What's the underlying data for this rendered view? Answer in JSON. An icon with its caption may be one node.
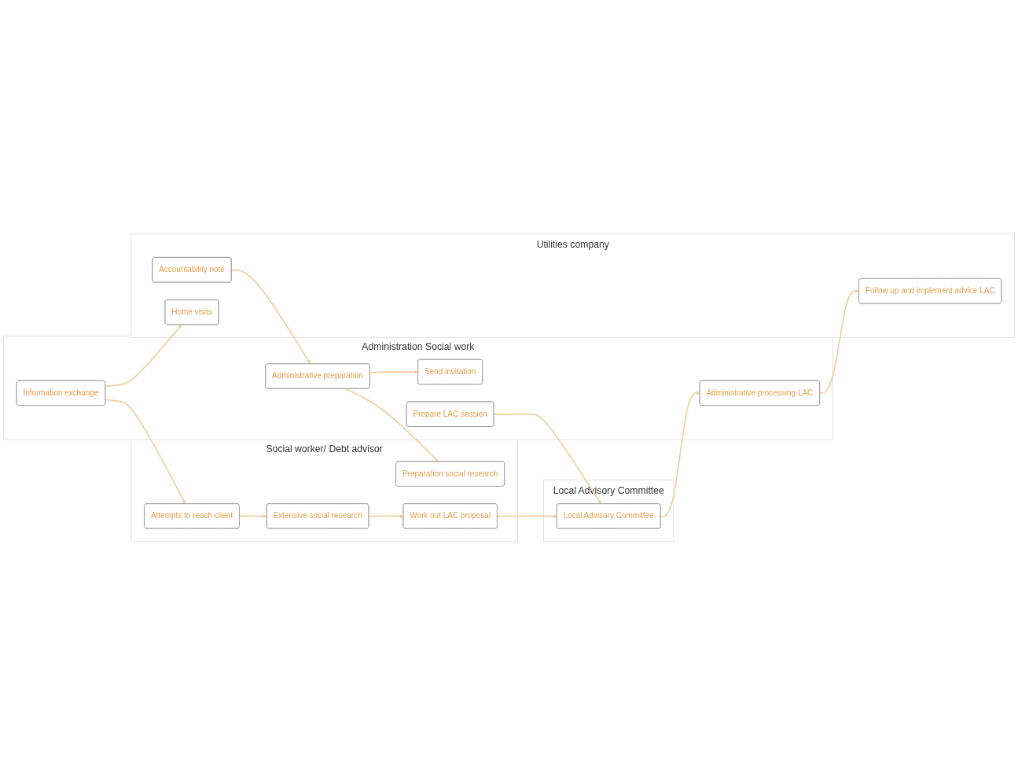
{
  "diagram": {
    "nodes": [
      {
        "text": [
          "Utilities company"
        ]
      },
      {
        "text": [
          "Administration Social work"
        ]
      },
      {
        "text": [
          "Social worker/ Debt advisor"
        ]
      },
      {
        "text": [
          "Local Advisory Committee"
        ]
      },
      {
        "text": [
          "Accountability note"
        ],
        "in": 0
      },
      {
        "text": [
          "Administrative preparation"
        ],
        "in": 1
      },
      {
        "text": [
          "Preparation social research"
        ],
        "in": 2
      },
      {
        "text": [
          "Send invitation"
        ],
        "in": 1
      },
      {
        "text": [
          "Home visits"
        ],
        "in": 0
      },
      {
        "text": [
          "Information exchange"
        ],
        "in": 1
      },
      {
        "text": [
          "Attempts to reach client"
        ],
        "in": 2
      },
      {
        "text": [
          "Extensive social research"
        ],
        "in": 2
      },
      {
        "text": [
          "Prepare LAC session"
        ],
        "in": 1
      },
      {
        "text": [
          "Work out LAC proposal"
        ],
        "in": 2
      },
      {
        "text": [
          "Local Advisory Committee"
        ],
        "in": 3
      },
      {
        "text": [
          "Administrative processing LAC"
        ],
        "in": 1
      },
      {
        "text": [
          "Follow up and implement advice LAC"
        ],
        "in": 0
      }
    ],
    "edges": [
      {
        "from": 4,
        "to": 5,
        "arrow": "to"
      },
      {
        "from": 5,
        "to": 6,
        "arrow": "to"
      },
      {
        "from": 5,
        "to": 7,
        "arrow": "to"
      },
      {
        "from": 9,
        "to": 8,
        "arrow": "to"
      },
      {
        "from": 9,
        "to": 10,
        "arrow": "to"
      },
      {
        "from": 10,
        "to": 11,
        "arrow": "to"
      },
      {
        "from": 11,
        "to": 13,
        "arrow": "to"
      },
      {
        "from": 13,
        "to": 14,
        "arrow": "to"
      },
      {
        "from": 12,
        "to": 14,
        "arrow": "to"
      },
      {
        "from": 14,
        "to": 15,
        "arrow": "to"
      },
      {
        "from": 15,
        "to": 16,
        "arrow": "to"
      }
    ]
  }
}
